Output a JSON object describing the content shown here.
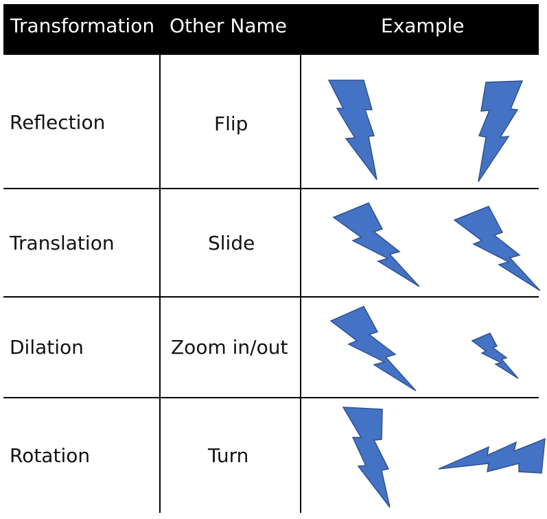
{
  "table": {
    "headers": {
      "transformation": "Transformation",
      "other_name": "Other Name",
      "example": "Example"
    },
    "rows": [
      {
        "transformation": "Reflection",
        "other_name": "Flip"
      },
      {
        "transformation": "Translation",
        "other_name": "Slide"
      },
      {
        "transformation": "Dilation",
        "other_name": "Zoom in/out"
      },
      {
        "transformation": "Rotation",
        "other_name": "Turn"
      }
    ]
  },
  "colors": {
    "header_bg": "#000000",
    "bolt_fill": "#4472C4",
    "bolt_stroke": "#2F528F"
  },
  "icons": [
    "lightning-bolt-icon"
  ]
}
